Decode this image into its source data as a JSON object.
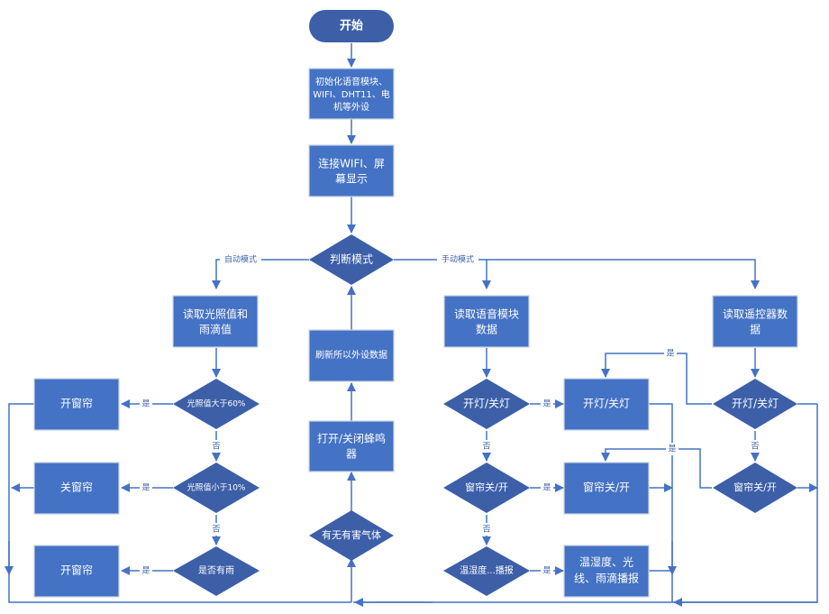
{
  "colors": {
    "process": "#4472c4",
    "decision": "#3c5fa8",
    "line": "#4472c4",
    "text": "#ffffff"
  },
  "nodes": {
    "start": "开始",
    "init": [
      "初始化语音模块、",
      "WIFI、DHT11、电",
      "机等外设"
    ],
    "connect": [
      "连接WIFI、屏",
      "幕显示"
    ],
    "judge_mode": "判断模式",
    "read_light": [
      "读取光照值和",
      "雨滴值"
    ],
    "light_gt60": "光照值大于60%",
    "light_lt10": "光照值小于10%",
    "is_rain": "是否有雨",
    "open_curtain_1": "开窗帘",
    "close_curtain": "关窗帘",
    "open_curtain_2": "开窗帘",
    "refresh": "刷新所以外设数据",
    "buzzer": [
      "打开/关闭蜂鸣",
      "器"
    ],
    "harmful_gas": "有无有害气体",
    "read_voice": [
      "读取语音模块",
      "数据"
    ],
    "voice_light": "开灯/关灯",
    "voice_curtain": "窗帘关/开",
    "voice_report": "温湿度...播报",
    "do_light": "开灯/关灯",
    "do_curtain": "窗帘关/开",
    "do_report": [
      "温湿度、光",
      "线、雨滴播报"
    ],
    "read_remote": [
      "读取遥控器数",
      "据"
    ],
    "remote_light": "开灯/关灯",
    "remote_curtain": "窗帘关/开"
  },
  "edge_labels": {
    "auto": "自动模式",
    "manual": "手动模式",
    "yes": "是",
    "no": "否"
  }
}
